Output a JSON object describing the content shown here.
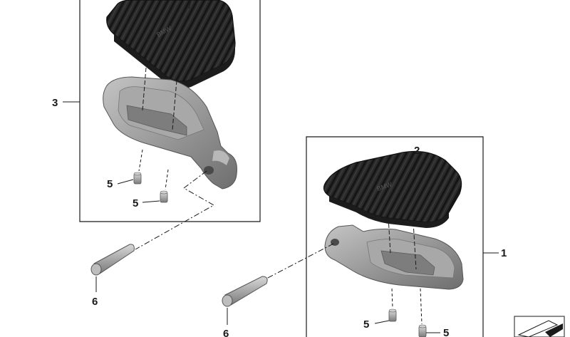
{
  "diagram": {
    "callouts": {
      "c1": "1",
      "c2": "2",
      "c3": "3",
      "c5a": "5",
      "c5b": "5",
      "c5c": "5",
      "c5d": "5",
      "c6a": "6",
      "c6b": "6"
    },
    "colors": {
      "rubber": "#2a2a2a",
      "rubber_dark": "#151515",
      "metal": "#9a9a9a",
      "metal_dark": "#6e6e6e",
      "line": "#1a1a1a"
    },
    "icons": [
      "footrest-rubber-pad",
      "footrest-bracket",
      "screw",
      "pin",
      "corner-symbol-icon"
    ]
  }
}
